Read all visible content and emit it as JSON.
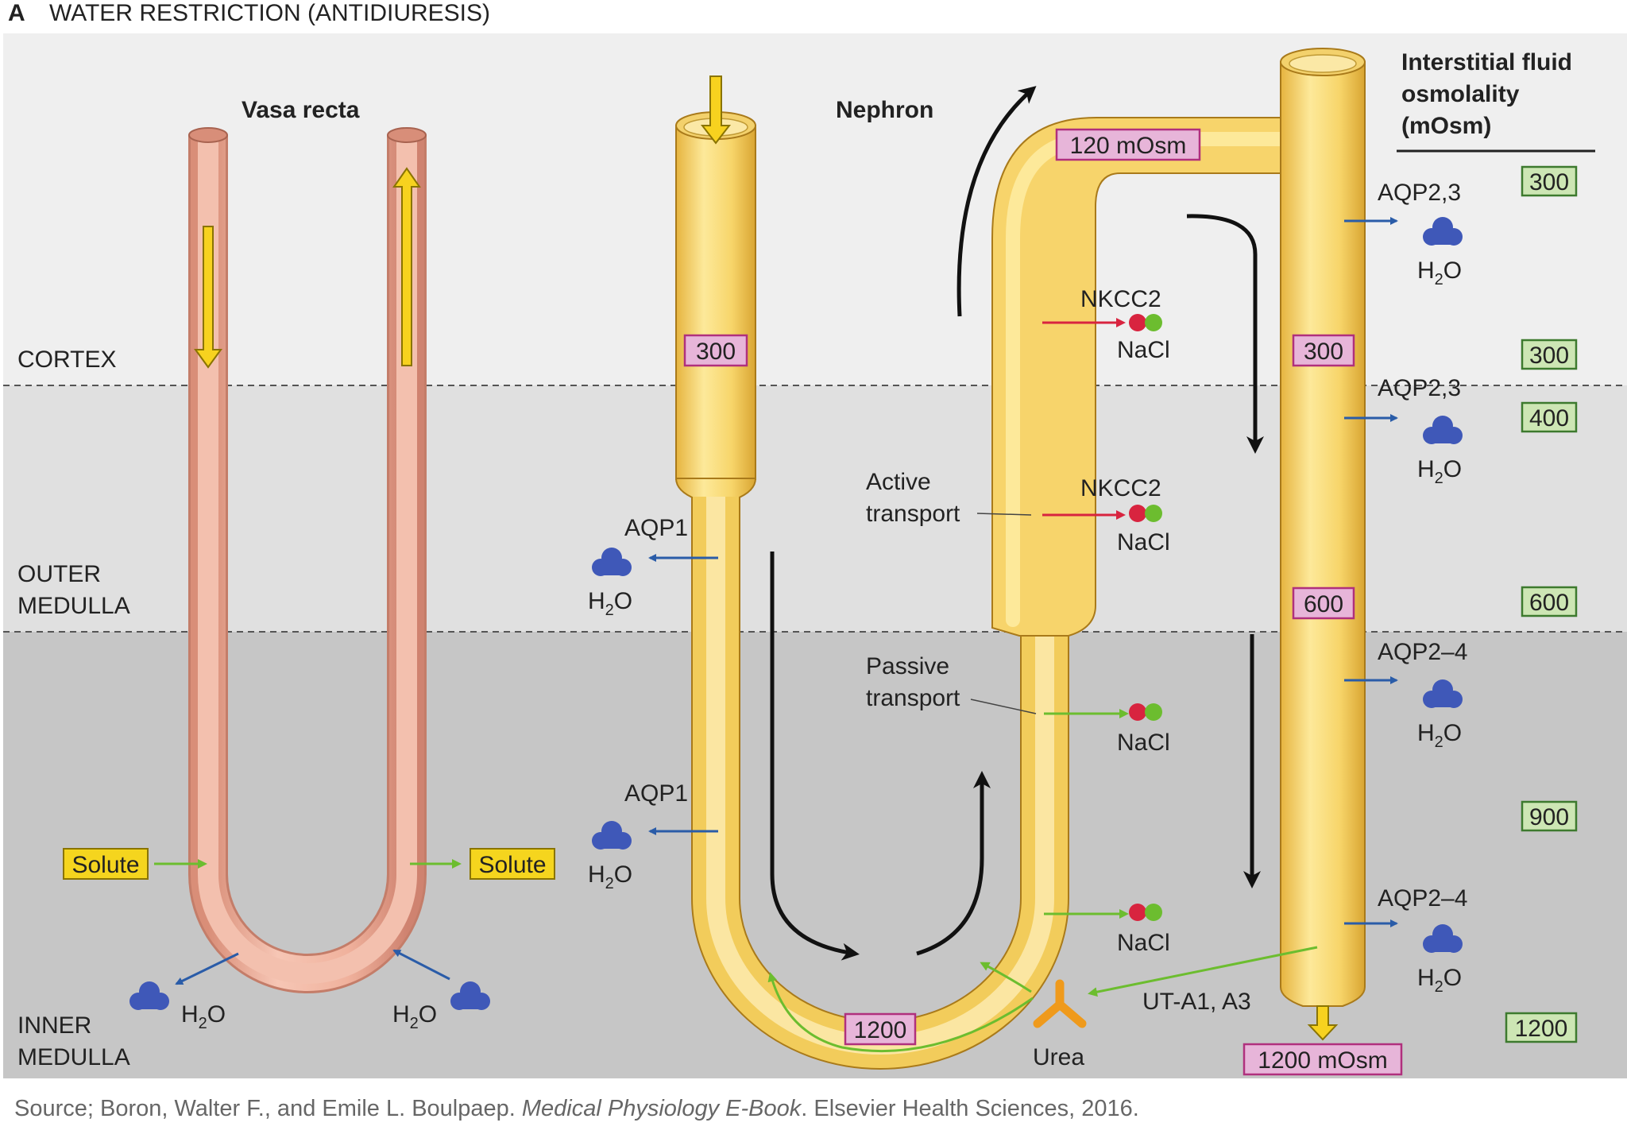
{
  "panel_letter": "A",
  "title": "WATER RESTRICTION (ANTIDIURESIS)",
  "zones": {
    "cortex": "CORTEX",
    "outer_line1": "OUTER",
    "outer_line2": "MEDULLA",
    "inner_line1": "INNER",
    "inner_line2": "MEDULLA"
  },
  "vasa_recta": {
    "title": "Vasa recta",
    "solute_in": "Solute",
    "solute_out": "Solute",
    "h2o": "H",
    "h2o_sub": "2",
    "h2o_end": "O"
  },
  "nephron": {
    "title": "Nephron",
    "descending_value": "300",
    "bend_value": "1200",
    "thick_top_value": "120 mOsm",
    "collecting_values": [
      "300",
      "600"
    ],
    "output_value": "1200 mOsm",
    "aqp1": "AQP1",
    "nkcc2": "NKCC2",
    "nacl": "NaCl",
    "active_line1": "Active",
    "active_line2": "transport",
    "passive_line1": "Passive",
    "passive_line2": "transport",
    "urea": "Urea",
    "ut_a": "UT-A1, A3",
    "aqp23": "AQP2,3",
    "aqp24": "AQP2–4"
  },
  "interstitial": {
    "header_line1": "Interstitial fluid",
    "header_line2": "osmolality",
    "header_line3": "(mOsm)",
    "values": [
      "300",
      "300",
      "400",
      "600",
      "900",
      "1200"
    ]
  },
  "source": {
    "prefix": "Source; Boron, Walter F., and Emile L. Boulpaep. ",
    "book": "Medical Physiology E-Book",
    "suffix": ". Elsevier Health Sciences, 2016."
  },
  "colors": {
    "cortex_bg": "#efefef",
    "outer_bg": "#e0e0e0",
    "inner_bg": "#c6c6c6",
    "vessel": "#f0b7a4",
    "tubule": "#f9dc76",
    "water_blob": "#3f58b8",
    "blue_arrow": "#2a5ca8",
    "green_arrow": "#6cbd2f",
    "red_arrow": "#d8243f",
    "urea": "#ef9a1c"
  }
}
